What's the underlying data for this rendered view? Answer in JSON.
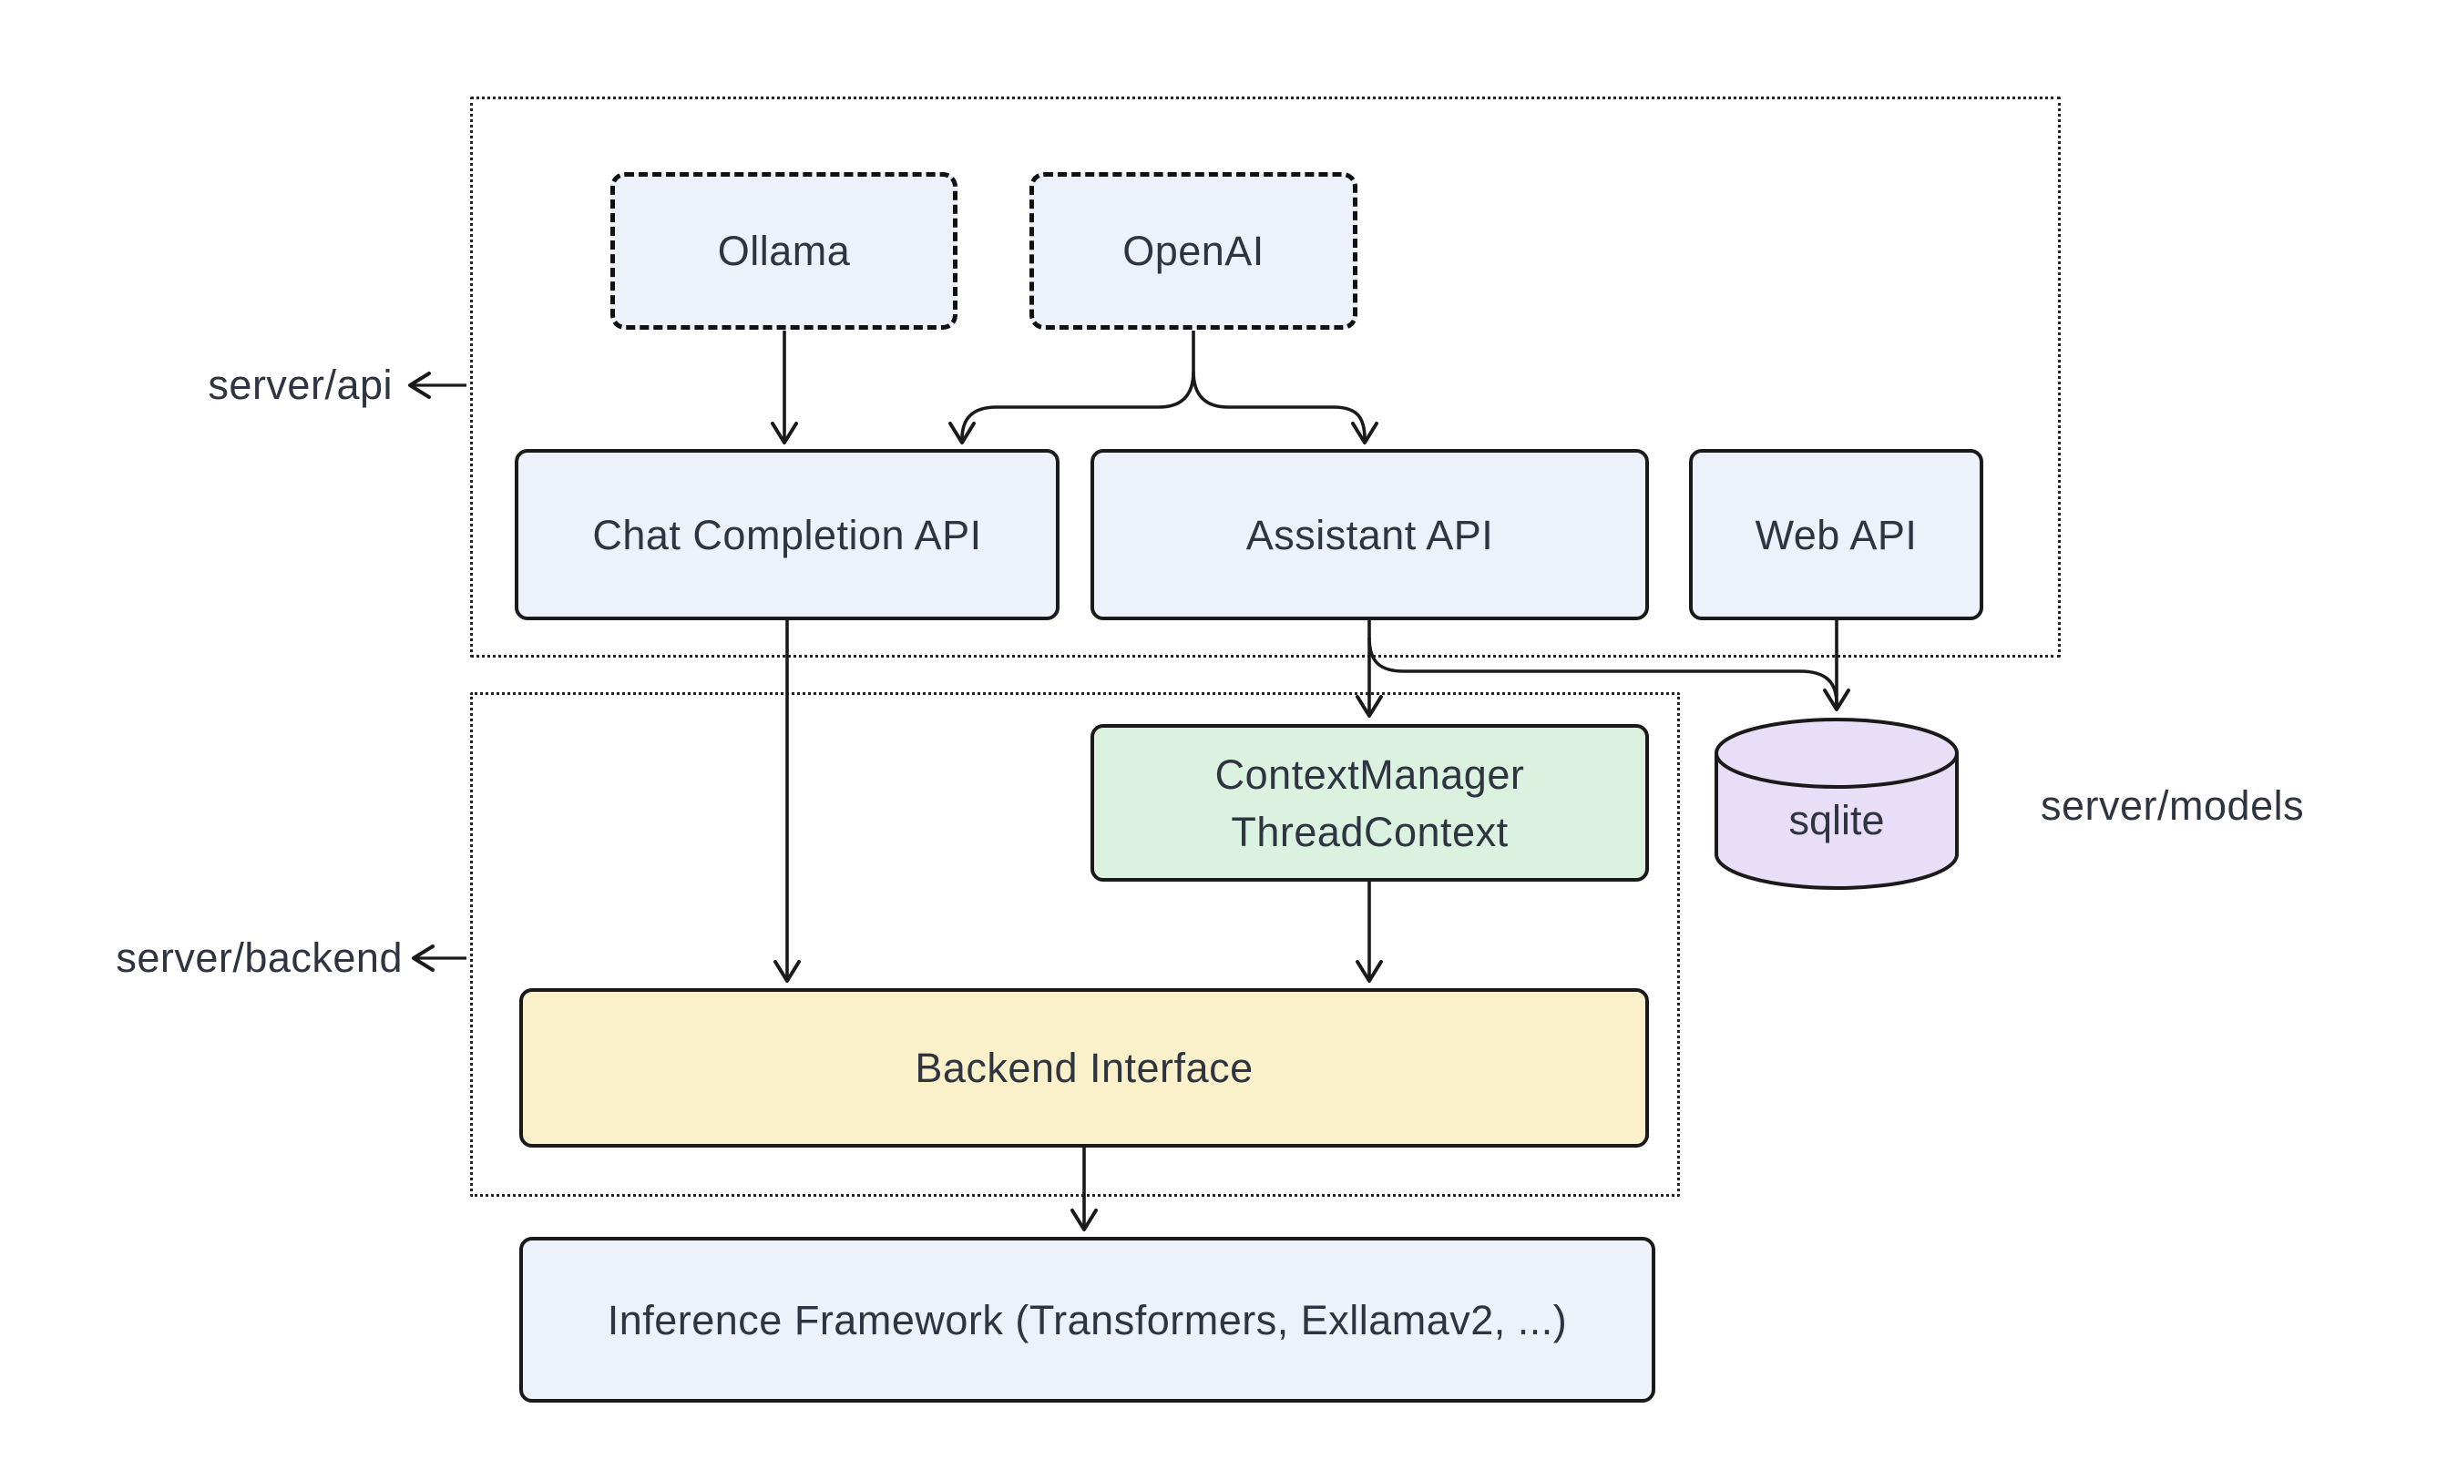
{
  "diagram_type": "architecture-flowchart",
  "nodes": {
    "ollama": {
      "label": "Ollama"
    },
    "openai": {
      "label": "OpenAI"
    },
    "chat_completion": {
      "label": "Chat Completion API"
    },
    "assistant": {
      "label": "Assistant API"
    },
    "web_api": {
      "label": "Web API"
    },
    "context_manager": {
      "line1": "ContextManager",
      "line2": "ThreadContext"
    },
    "sqlite": {
      "label": "sqlite"
    },
    "backend_interface": {
      "label": "Backend Interface"
    },
    "inference": {
      "label": "Inference Framework (Transformers, Exllamav2, ...)"
    }
  },
  "group_labels": {
    "server_api": "server/api",
    "server_backend": "server/backend",
    "server_models": "server/models"
  },
  "groups": [
    {
      "label": "server/api",
      "contains": [
        "Ollama",
        "OpenAI",
        "Chat Completion API",
        "Assistant API",
        "Web API"
      ]
    },
    {
      "label": "server/backend",
      "contains": [
        "ContextManager ThreadContext",
        "Backend Interface"
      ]
    },
    {
      "label": "server/models",
      "contains": [
        "sqlite"
      ]
    }
  ],
  "edges": [
    {
      "from": "Ollama",
      "to": "Chat Completion API"
    },
    {
      "from": "OpenAI",
      "to": "Chat Completion API"
    },
    {
      "from": "OpenAI",
      "to": "Assistant API"
    },
    {
      "from": "Chat Completion API",
      "to": "Backend Interface"
    },
    {
      "from": "Assistant API",
      "to": "ContextManager ThreadContext"
    },
    {
      "from": "Assistant API",
      "to": "sqlite"
    },
    {
      "from": "Web API",
      "to": "sqlite"
    },
    {
      "from": "ContextManager ThreadContext",
      "to": "Backend Interface"
    },
    {
      "from": "Backend Interface",
      "to": "Inference Framework (Transformers, Exllamav2, ...)"
    }
  ],
  "colors": {
    "node_fill": "#ecf1fa",
    "context_fill": "#dcf2e1",
    "backend_fill": "#faf0ca",
    "sqlite_fill": "#e9def8",
    "stroke": "#1a1a1a",
    "text": "#2e3440",
    "background": "#ffffff"
  }
}
